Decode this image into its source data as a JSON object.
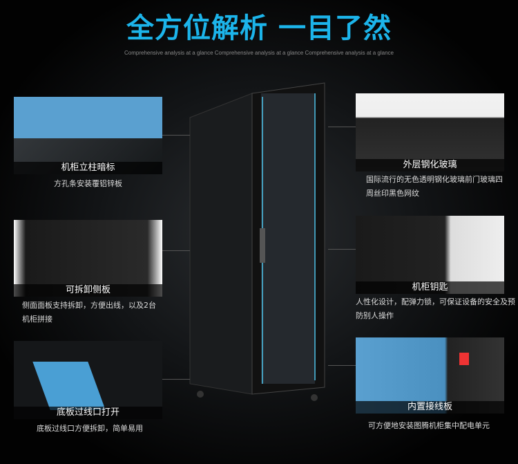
{
  "title": "全方位解析 一目了然",
  "subtitle": "Comprehensive analysis at a glance Comprehensive analysis at a glance Comprehensive analysis at a glance",
  "features": [
    {
      "caption": "机柜立柱暗标",
      "desc": "方孔条安装覆铝锌板"
    },
    {
      "caption": "可拆卸侧板",
      "desc": "侧面面板支持拆卸，方便出线，以及2台机柜拼接"
    },
    {
      "caption": "底板过线口打开",
      "desc": "底板过线口方便拆卸，简单易用"
    },
    {
      "caption": "外层钢化玻璃",
      "desc": "国际流行的无色透明钢化玻璃前门玻璃四周丝印黑色网纹"
    },
    {
      "caption": "机柜钥匙",
      "desc": "人性化设计，配弹力锁，可保证设备的安全及预防别人操作"
    },
    {
      "caption": "内置接线板",
      "desc": "可方便地安装图腾机柜集中配电单元"
    }
  ],
  "colors": {
    "accent": "#1cb4ea"
  }
}
